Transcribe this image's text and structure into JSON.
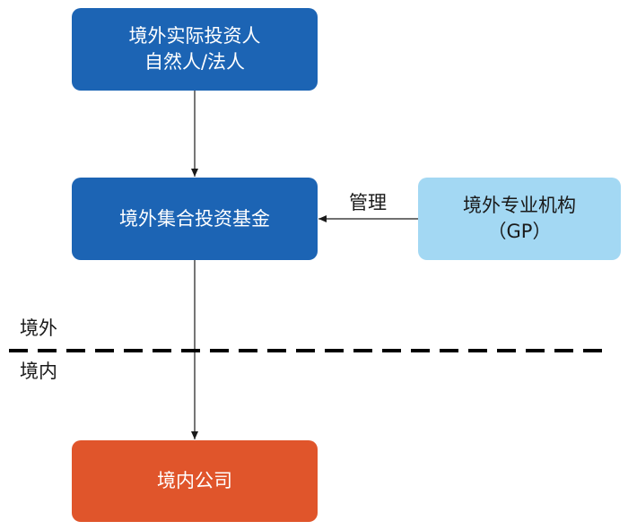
{
  "nodes": {
    "investor": {
      "line1": "境外实际投资人",
      "line2": "自然人/法人"
    },
    "fund": {
      "label": "境外集合投资基金"
    },
    "gp": {
      "line1": "境外专业机构",
      "line2": "（GP）"
    },
    "company": {
      "label": "境内公司"
    }
  },
  "edges": {
    "manage_label": "管理"
  },
  "border": {
    "offshore_label": "境外",
    "onshore_label": "境内"
  },
  "colors": {
    "primary_box": "#1c64b4",
    "gp_box": "#a3d8f3",
    "company_box": "#e0552b",
    "line": "#1a1a1a"
  }
}
